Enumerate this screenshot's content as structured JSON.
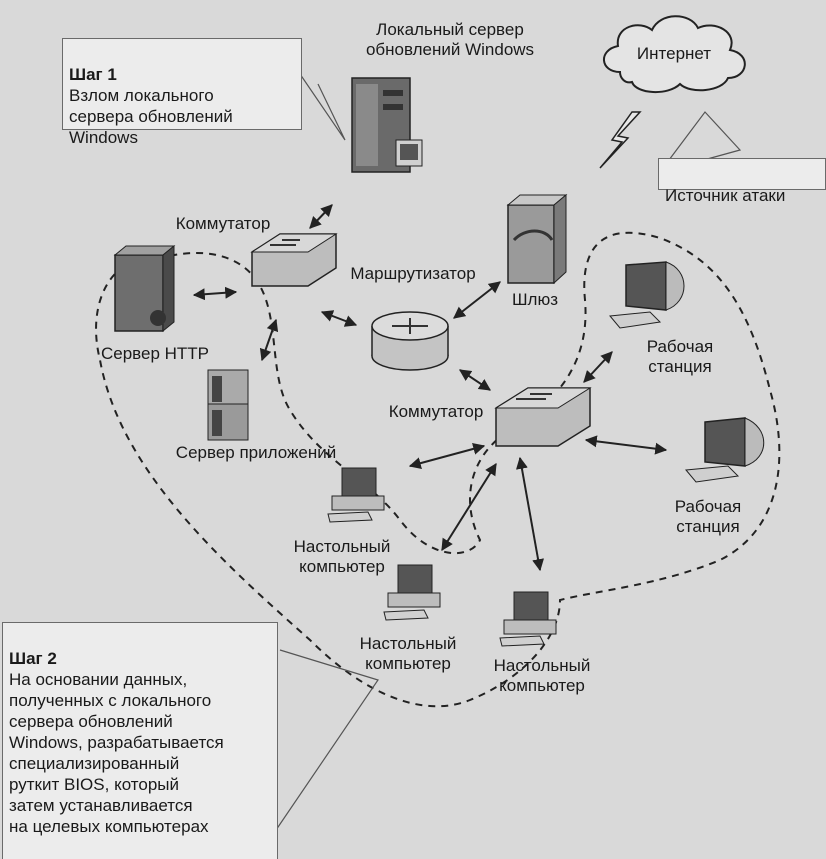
{
  "step1": {
    "title": "Шаг 1",
    "text": "Взлом локального\nсервера обновлений\nWindows"
  },
  "step2": {
    "title": "Шаг 2",
    "text": "На основании данных,\nполученных с локального\nсервера обновлений\nWindows, разрабатывается\nспециализированный\nруткит BIOS, который\nзатем устанавливается\nна целевых компьютерах"
  },
  "attack_source": "Источник атаки",
  "nodes": {
    "update_server": "Локальный сервер\nобновлений Windows",
    "internet": "Интернет",
    "switch_top": "Коммутатор",
    "router": "Маршрутизатор",
    "gateway": "Шлюз",
    "http_server": "Сервер HTTP",
    "app_server": "Сервер приложений",
    "switch_main": "Коммутатор",
    "workstation_1": "Рабочая\nстанция",
    "workstation_2": "Рабочая\nстанция",
    "desktop_1": "Настольный\nкомпьютер",
    "desktop_2": "Настольный\nкомпьютер",
    "desktop_3": "Настольный\nкомпьютер"
  },
  "colors": {
    "background": "#d9d9d9",
    "device_dark": "#555555",
    "device_light": "#c8c8c8",
    "line": "#222222"
  }
}
